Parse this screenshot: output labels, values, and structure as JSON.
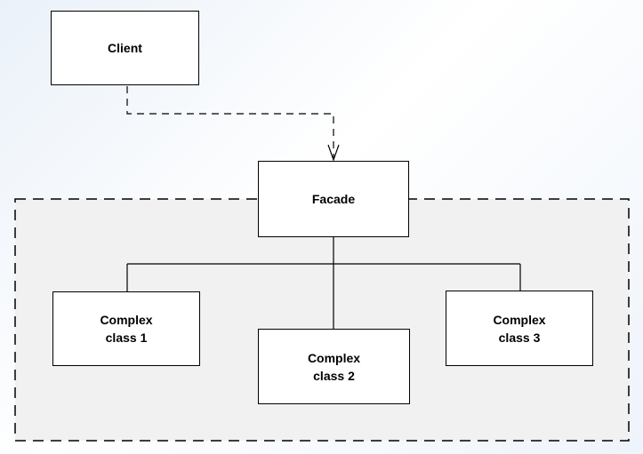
{
  "colors": {
    "background": "#eef4fb",
    "subsystem_fill": "#f1f1f1",
    "box_fill": "#ffffff",
    "line": "#000000"
  },
  "nodes": {
    "client": {
      "label": "Client"
    },
    "facade": {
      "label": "Facade"
    },
    "complex_class_1": {
      "label": "Complex\nclass 1"
    },
    "complex_class_2": {
      "label": "Complex\nclass 2"
    },
    "complex_class_3": {
      "label": "Complex\nclass 3"
    }
  },
  "edges": [
    {
      "from": "client",
      "to": "facade",
      "style": "dashed",
      "arrow": "open"
    },
    {
      "from": "facade",
      "to": "complex_class_1",
      "style": "solid",
      "arrow": "none"
    },
    {
      "from": "facade",
      "to": "complex_class_2",
      "style": "solid",
      "arrow": "none"
    },
    {
      "from": "facade",
      "to": "complex_class_3",
      "style": "solid",
      "arrow": "none"
    }
  ],
  "groups": [
    {
      "id": "subsystem",
      "style": "dashed",
      "members": [
        "facade",
        "complex_class_1",
        "complex_class_2",
        "complex_class_3"
      ]
    }
  ]
}
